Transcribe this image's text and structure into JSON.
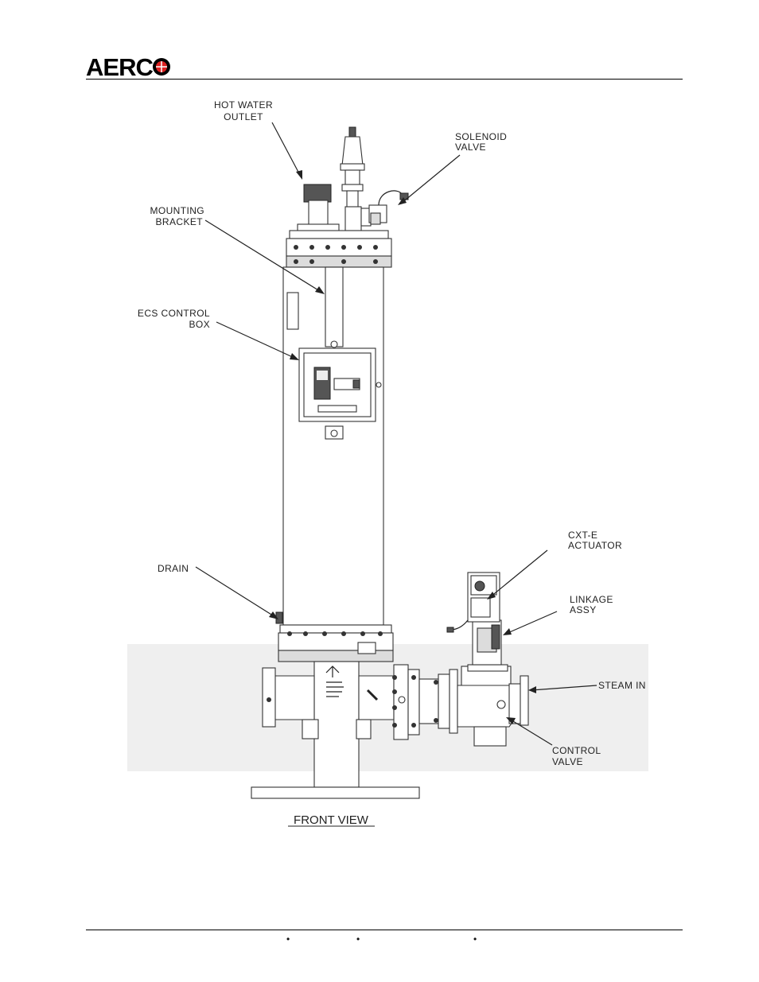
{
  "header": {
    "brand": "AERCO",
    "logo_icon": "aerco-logo-icon"
  },
  "diagram": {
    "callouts": {
      "hot_water_outlet": [
        "HOT WATER",
        "OUTLET"
      ],
      "solenoid_valve": [
        "SOLENOID",
        "VALVE"
      ],
      "mounting_bracket": [
        "MOUNTING",
        "BRACKET"
      ],
      "ecs_control_box": [
        "ECS CONTROL",
        "BOX"
      ],
      "cxt_e_actuator": [
        "CXT-E",
        "ACTUATOR"
      ],
      "linkage_assy": [
        "LINKAGE",
        "ASSY"
      ],
      "drain": [
        "DRAIN"
      ],
      "steam_in": [
        "STEAM IN"
      ],
      "control_valve": [
        "CONTROL",
        "VALVE"
      ]
    },
    "caption": "FRONT VIEW"
  },
  "footer": {
    "bullets": [
      "•",
      "•",
      "•"
    ]
  }
}
